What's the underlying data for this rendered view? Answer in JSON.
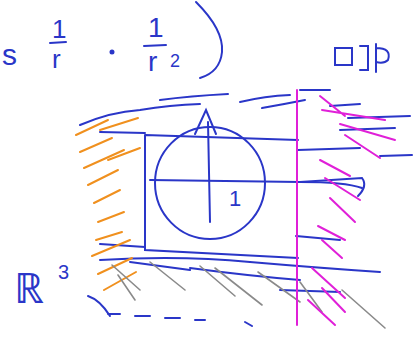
{
  "diagram": {
    "labels": [
      "s",
      "1",
      "r",
      "1",
      "r",
      "2",
      "1",
      "ℝ",
      "3"
    ]
  }
}
